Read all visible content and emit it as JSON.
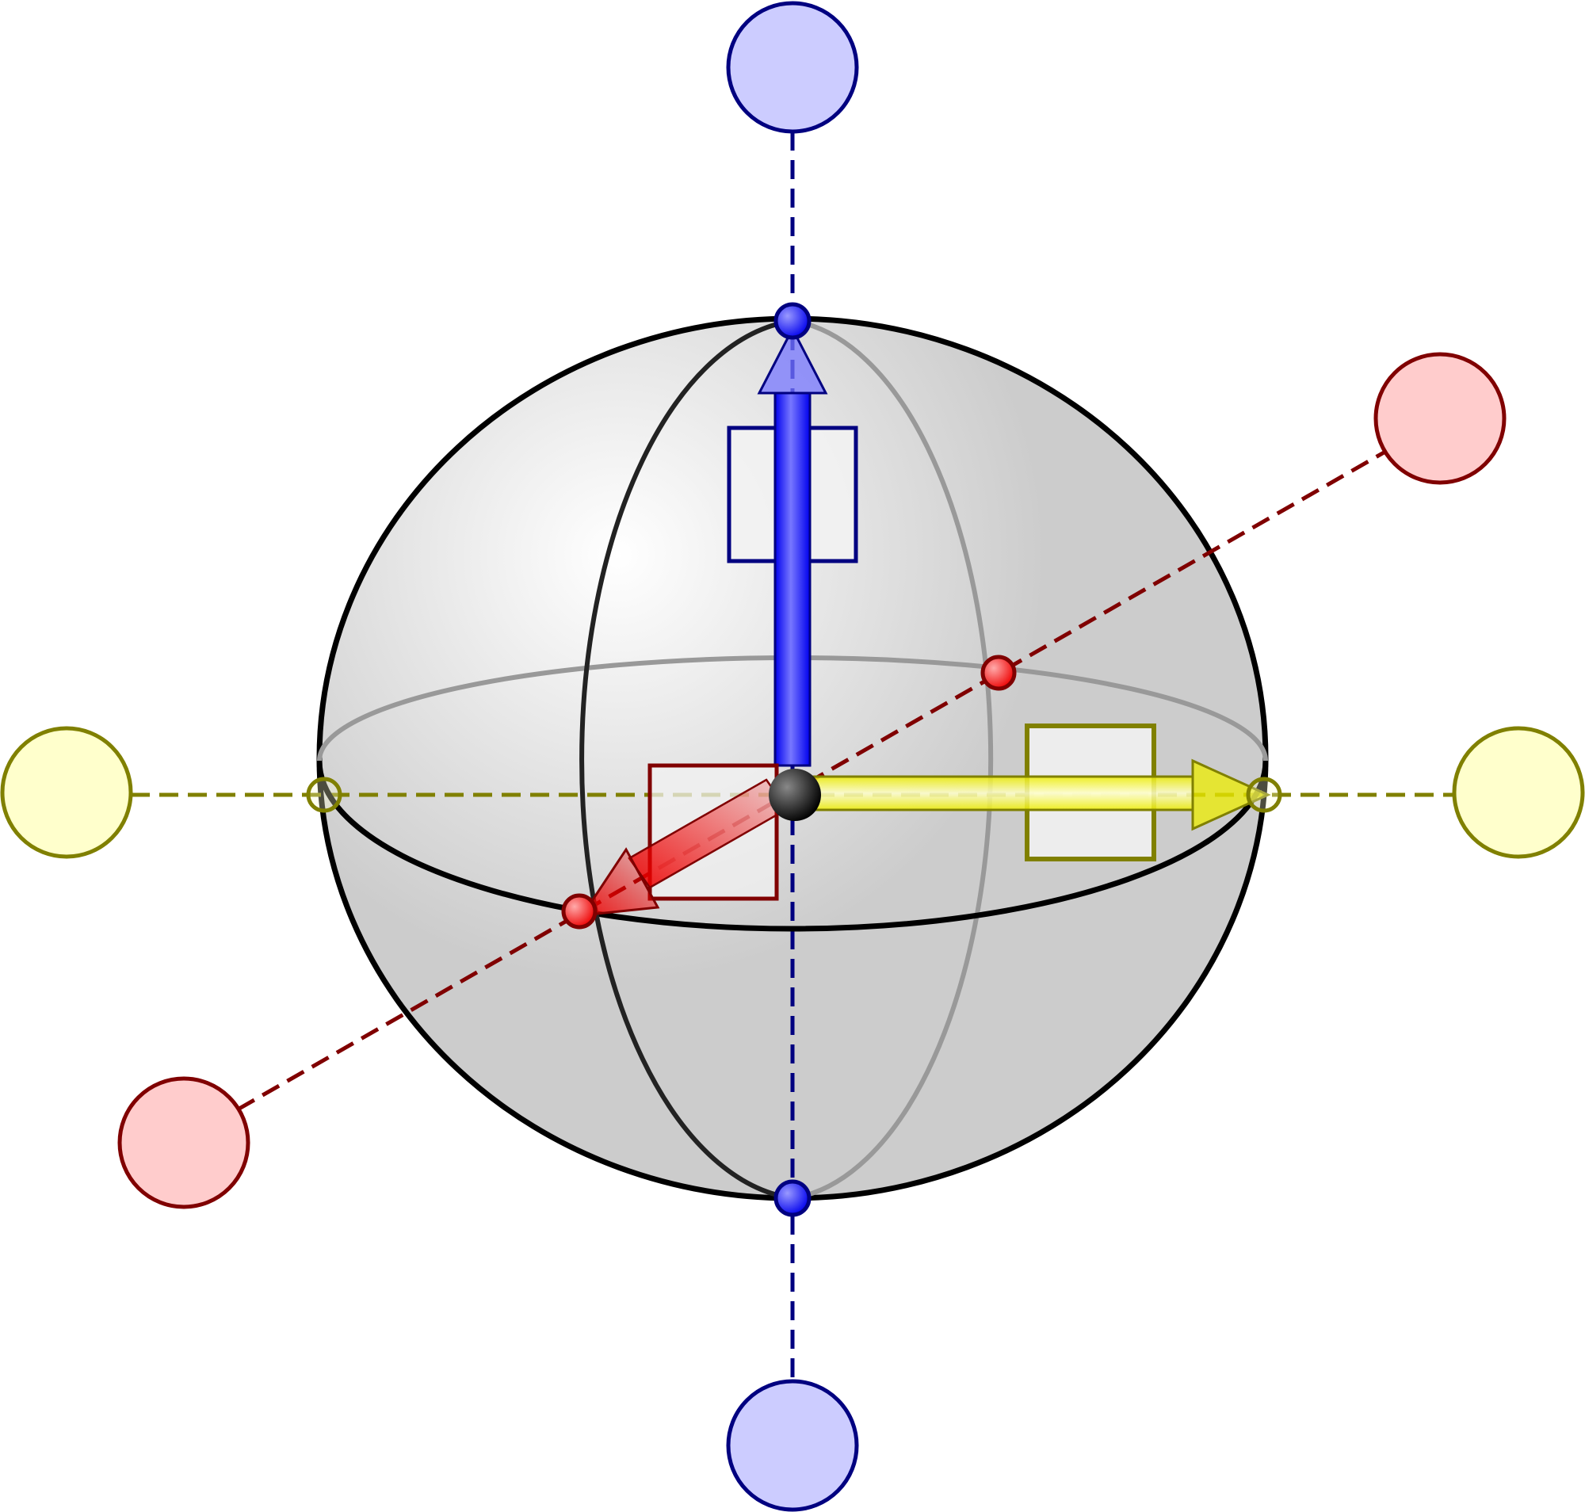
{
  "colors": {
    "background": "#ffffff",
    "sphere_outline": "#000000",
    "sphere_fill_light": "#ffffff",
    "sphere_fill_dark": "#cccccc",
    "back_meridian": "#999999",
    "front_meridian": "#222222",
    "blue_axis": "#000080",
    "blue_fill": "#ccccff",
    "blue_arrow": "#0000ee",
    "blue_arrow_light": "#7777ff",
    "red_axis": "#800000",
    "red_fill": "#ffcccc",
    "red_arrow": "#ee0000",
    "yellow_axis": "#808000",
    "yellow_fill": "#ffffcc",
    "yellow_arrow": "#eeee00",
    "handle_box_fill": "#f2f2f2",
    "center_ball": "#000000"
  },
  "icons": {
    "blue_top_handle": "circle",
    "blue_bottom_handle": "circle",
    "red_upper_handle": "circle",
    "red_lower_handle": "circle",
    "yellow_left_handle": "circle",
    "yellow_right_handle": "circle",
    "blue_box": "square",
    "red_box": "square",
    "yellow_box": "square",
    "center": "sphere-ball"
  }
}
